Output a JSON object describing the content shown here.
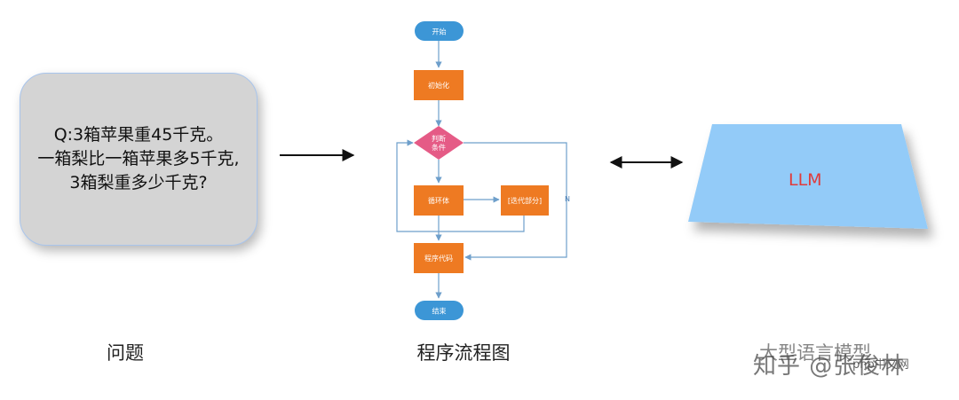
{
  "question": {
    "lines": [
      "Q:3箱苹果重45千克。",
      "一箱梨比一箱苹果多5千克,",
      "3箱梨重多少千克?"
    ]
  },
  "captions": {
    "left": "问题",
    "middle": "程序流程图",
    "right": "大型语言模型"
  },
  "flowchart": {
    "start": "开始",
    "init": "初始化",
    "condition_line1": "判断",
    "condition_line2": "条件",
    "loop_body": "循环体",
    "iteration": "[迭代部分]",
    "code": "程序代码",
    "end": "结束",
    "no_label": "N"
  },
  "llm": {
    "label": "LLM"
  },
  "watermark": {
    "text": "知乎 @张俊林",
    "site": "php中文网"
  },
  "colors": {
    "terminal": "#3c96d6",
    "process": "#ee7a22",
    "decision": "#e55b86",
    "connector": "#6e9fcb",
    "llm_fill": "#93cbf8",
    "llm_text": "#e03b3b"
  }
}
